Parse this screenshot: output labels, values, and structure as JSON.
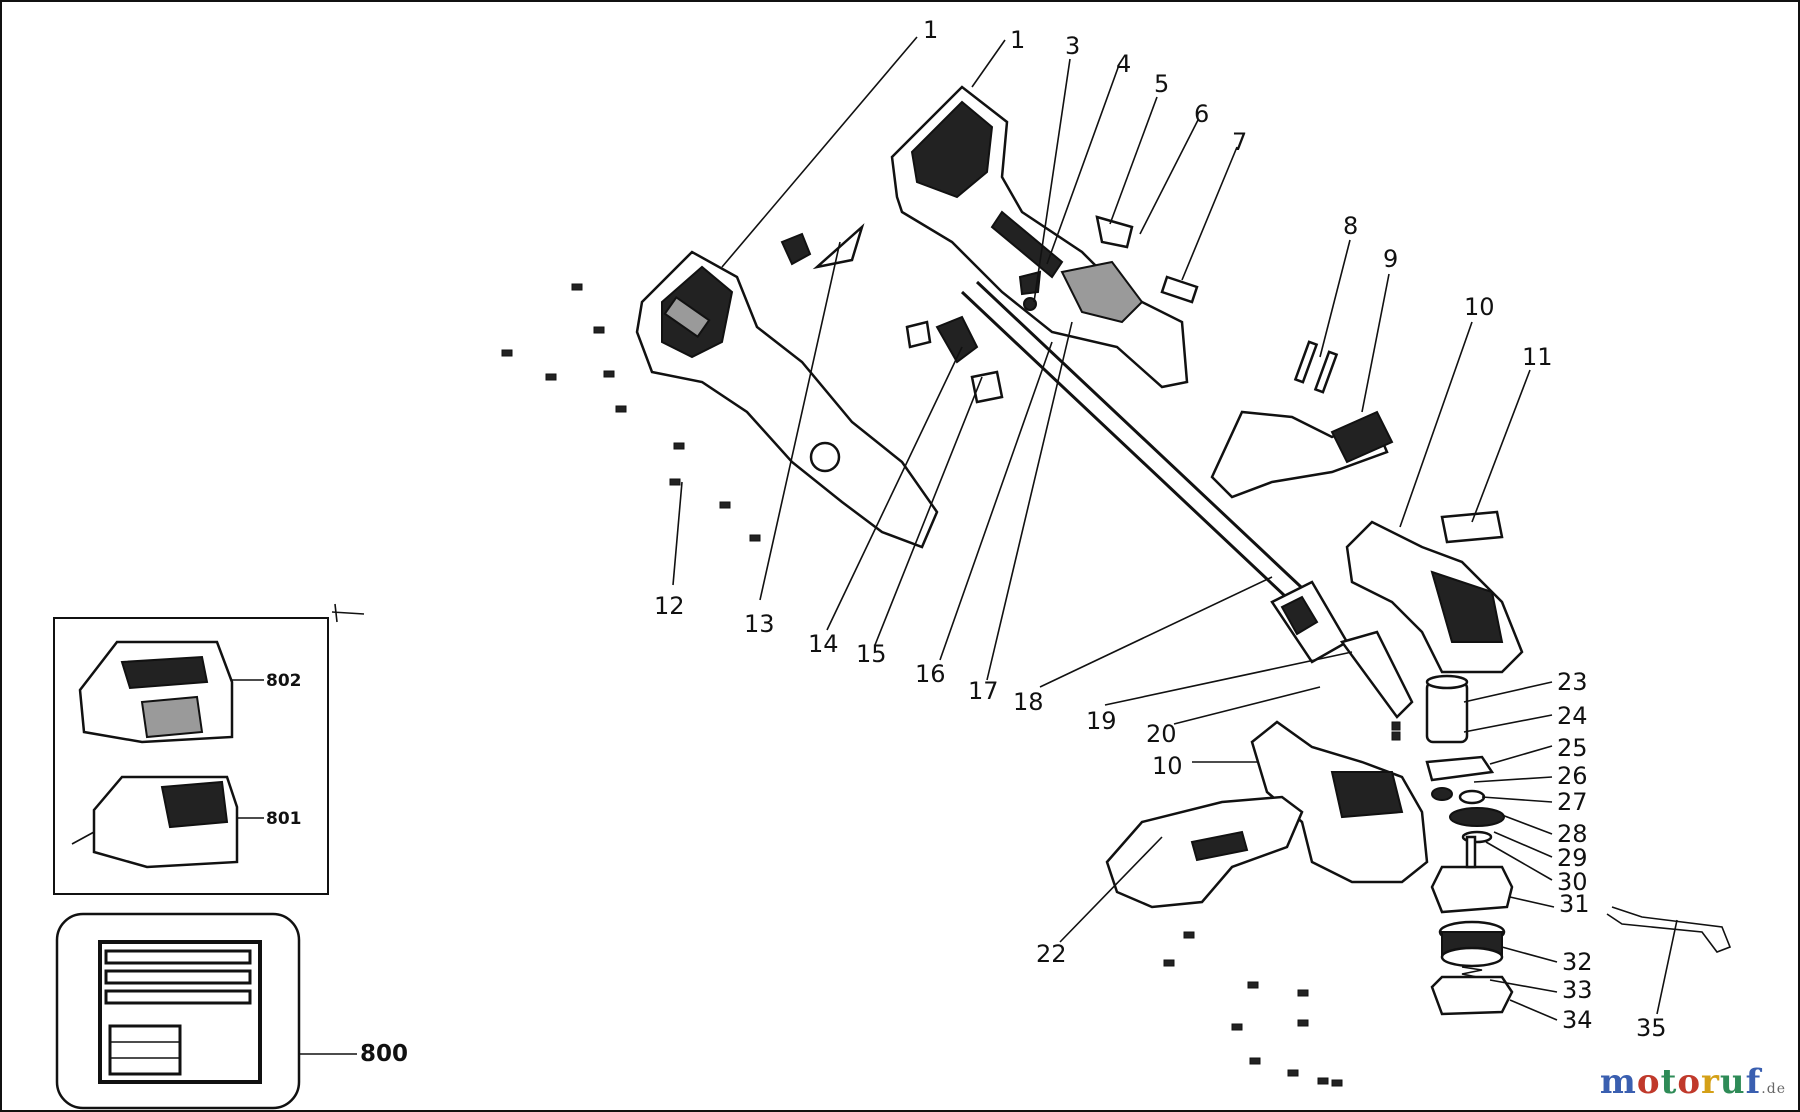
{
  "callouts": [
    "1",
    "1",
    "3",
    "4",
    "5",
    "6",
    "7",
    "8",
    "9",
    "10",
    "11",
    "12",
    "13",
    "14",
    "15",
    "16",
    "17",
    "18",
    "19",
    "20",
    "10",
    "22",
    "23",
    "24",
    "25",
    "26",
    "27",
    "28",
    "29",
    "30",
    "31",
    "32",
    "33",
    "34",
    "35"
  ],
  "box_labels": {
    "battery": "802",
    "charger": "801",
    "manual": "800"
  },
  "watermark": {
    "main": "motoruf",
    "suffix": ".de"
  },
  "colors": {
    "line": "#111111",
    "shade": "#222222",
    "watermark_m": "#3a5fb0",
    "watermark_o": "#c0392b",
    "watermark_t": "#2e8b57",
    "watermark_r": "#d4a017"
  }
}
